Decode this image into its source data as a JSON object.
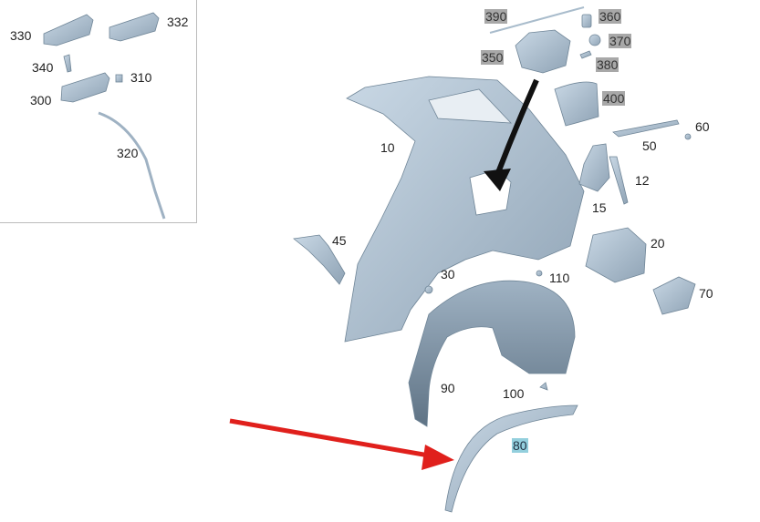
{
  "inset_labels": {
    "p330": "330",
    "p332": "332",
    "p340": "340",
    "p310": "310",
    "p300": "300",
    "p320": "320"
  },
  "main_labels": {
    "p390": "390",
    "p360": "360",
    "p370": "370",
    "p350": "350",
    "p380": "380",
    "p400": "400",
    "p60": "60",
    "p50": "50",
    "p10": "10",
    "p12": "12",
    "p15": "15",
    "p45": "45",
    "p20": "20",
    "p30": "30",
    "p110": "110",
    "p70": "70",
    "p90": "90",
    "p100": "100",
    "p80": "80"
  },
  "colors": {
    "part_fill": "#b7cad9",
    "part_stroke": "#6f8597",
    "highlight_grey": "#a8a8a8",
    "highlight_cyan": "#93cfdd",
    "arrow_black": "#111111",
    "arrow_red": "#e0201c"
  }
}
